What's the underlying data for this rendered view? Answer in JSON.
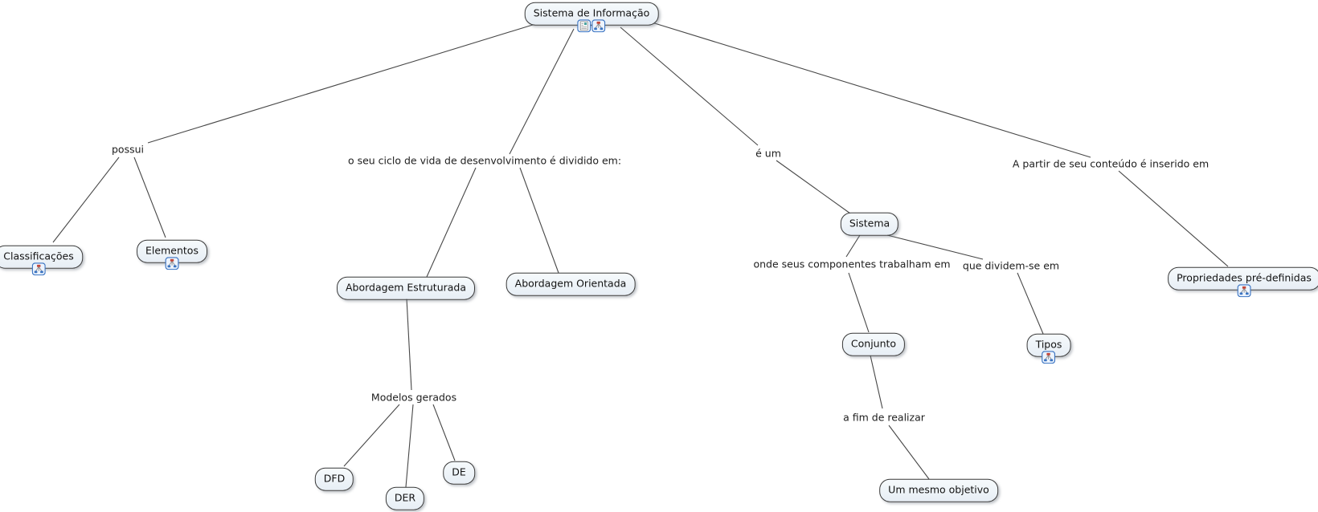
{
  "app": {
    "type": "concept-map",
    "title": "Sistema de Informação"
  },
  "colors": {
    "canvas_bg": "#ffffff",
    "node_fill": "#e9f0f6",
    "node_border": "#3a3a3a",
    "connector": "#474747",
    "icon_border": "#3b74c2",
    "icon_fill": "#edf4fd",
    "icon_root_node": "#c4473a",
    "icon_child_node": "#3b74c2",
    "text": "#121212"
  },
  "concepts": {
    "root": {
      "label": "Sistema de Informação",
      "icons": [
        "document-icon",
        "concept-map-icon"
      ]
    },
    "classificacoes": {
      "label": "Classificações",
      "icons": [
        "concept-map-icon"
      ]
    },
    "elementos": {
      "label": "Elementos",
      "icons": [
        "concept-map-icon"
      ]
    },
    "abordagem_estruturada": {
      "label": "Abordagem Estruturada",
      "icons": []
    },
    "abordagem_orientada": {
      "label": "Abordagem Orientada",
      "icons": []
    },
    "dfd": {
      "label": "DFD",
      "icons": []
    },
    "der": {
      "label": "DER",
      "icons": []
    },
    "de": {
      "label": "DE",
      "icons": []
    },
    "sistema": {
      "label": "Sistema",
      "icons": []
    },
    "conjunto": {
      "label": "Conjunto",
      "icons": []
    },
    "tipos": {
      "label": "Tipos",
      "icons": [
        "concept-map-icon"
      ]
    },
    "um_mesmo_objetivo": {
      "label": "Um mesmo objetivo",
      "icons": []
    },
    "propriedades": {
      "label": "Propriedades pré-definidas",
      "icons": [
        "concept-map-icon"
      ]
    }
  },
  "linking_phrases": {
    "possui": {
      "label": "possui"
    },
    "ciclo": {
      "label": "o seu ciclo de vida de desenvolvimento é dividido em:"
    },
    "e_um": {
      "label": "é um"
    },
    "a_partir": {
      "label": "A partir de seu conteúdo é inserido em"
    },
    "onde": {
      "label": "onde seus componentes trabalham em"
    },
    "que_dividem": {
      "label": "que dividem-se em"
    },
    "modelos": {
      "label": "Modelos gerados"
    },
    "a_fim": {
      "label": "a fim de realizar"
    }
  },
  "propositions": [
    {
      "from": "Sistema de Informação",
      "linking_phrase": "possui",
      "to": [
        "Classificações",
        "Elementos"
      ]
    },
    {
      "from": "Sistema de Informação",
      "linking_phrase": "o seu ciclo de vida de desenvolvimento é dividido em:",
      "to": [
        "Abordagem Estruturada",
        "Abordagem Orientada"
      ]
    },
    {
      "from": "Sistema de Informação",
      "linking_phrase": "é um",
      "to": [
        "Sistema"
      ]
    },
    {
      "from": "Sistema de Informação",
      "linking_phrase": "A partir de seu conteúdo é inserido em",
      "to": [
        "Propriedades pré-definidas"
      ]
    },
    {
      "from": "Abordagem Estruturada",
      "linking_phrase": "Modelos gerados",
      "to": [
        "DFD",
        "DER",
        "DE"
      ]
    },
    {
      "from": "Sistema",
      "linking_phrase": "onde seus componentes trabalham em",
      "to": [
        "Conjunto"
      ]
    },
    {
      "from": "Sistema",
      "linking_phrase": "que dividem-se em",
      "to": [
        "Tipos"
      ]
    },
    {
      "from": "Conjunto",
      "linking_phrase": "a fim de realizar",
      "to": [
        "Um mesmo objetivo"
      ]
    }
  ]
}
